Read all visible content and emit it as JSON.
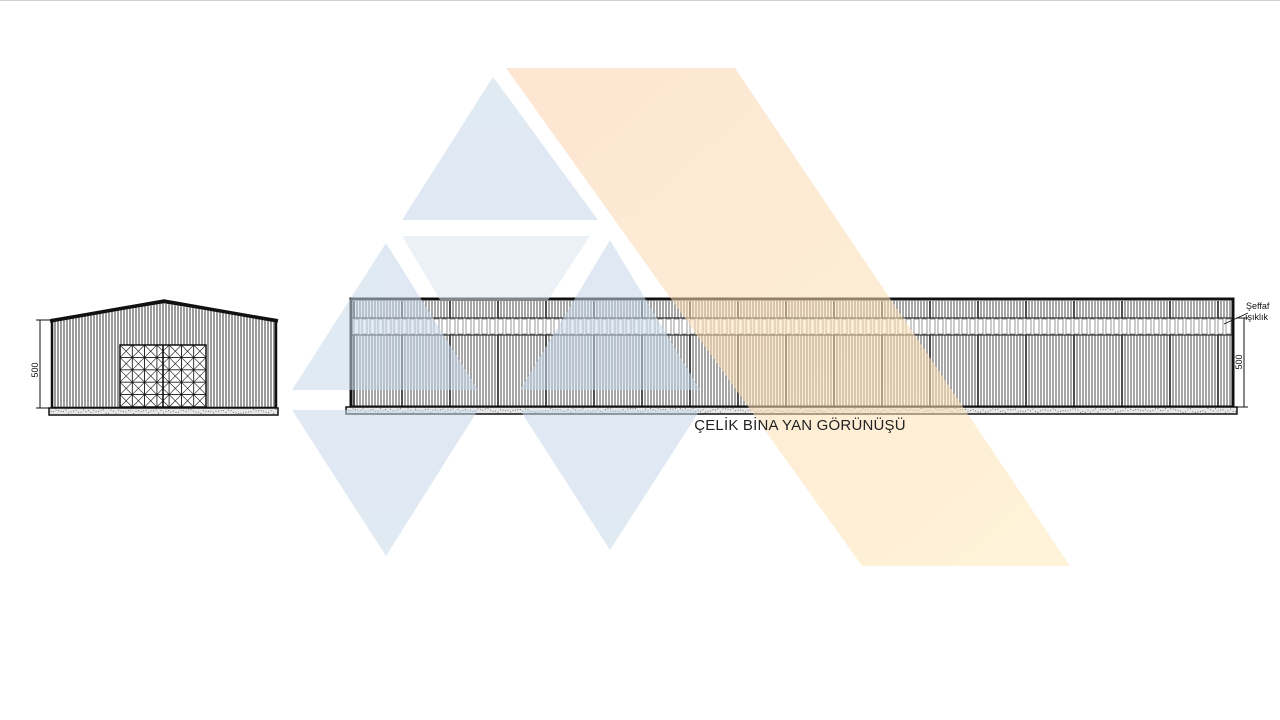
{
  "caption": "ÇELİK BİNA YAN GÖRÜNÜŞÜ",
  "front_view": {
    "height_dimension": "500"
  },
  "side_view": {
    "height_dimension": "500",
    "skylight_label_line1": "Şeffaf",
    "skylight_label_line2": "ışıklık"
  },
  "colors": {
    "line": "#111111",
    "watermark_blue": "#c7d8ea",
    "watermark_orange": "#fbd4b0",
    "watermark_yellow": "#fde9b8"
  },
  "watermark_icon": "triangle-logo-icon"
}
